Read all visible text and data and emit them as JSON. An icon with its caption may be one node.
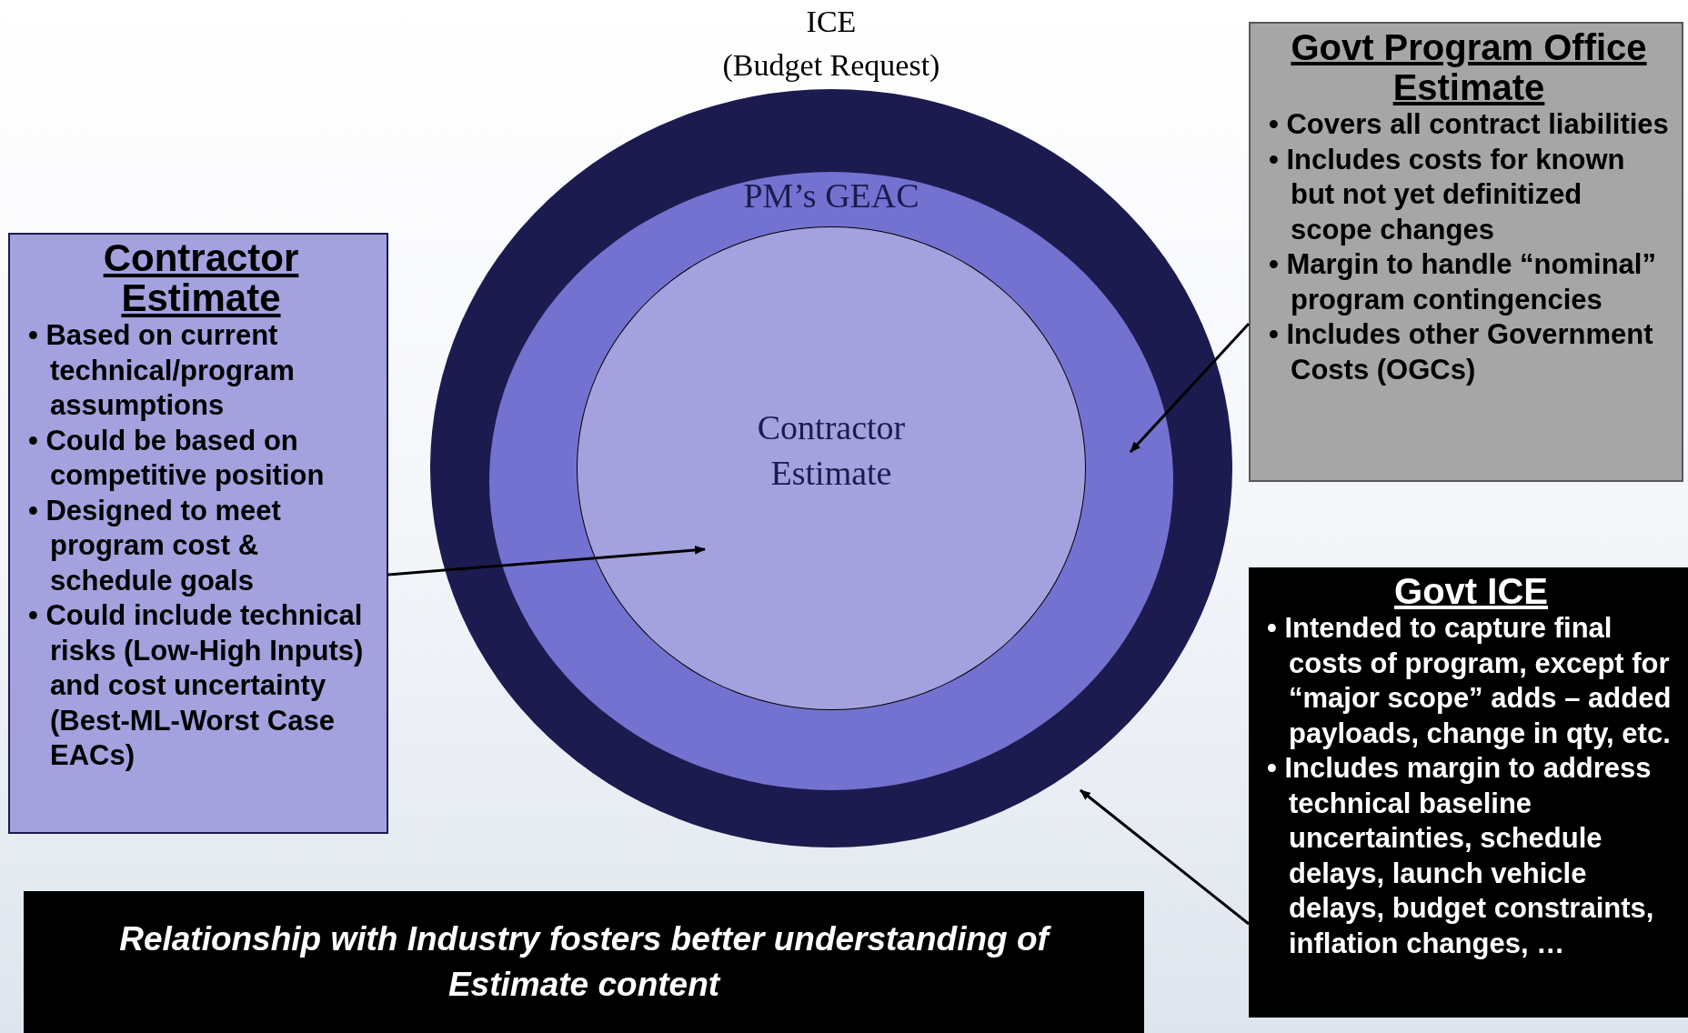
{
  "diagram": {
    "nodes": [
      {
        "text": [
          "ICE",
          "(Budget Request)"
        ]
      },
      {
        "text": [
          "PM’s GEAC"
        ],
        "in": 0
      },
      {
        "text": [
          "Contractor Estimate"
        ],
        "in": 1
      },
      {
        "text": [
          "Contractor Estimate",
          "• Based on current technical/program assumptions",
          "• Could be based on competitive position",
          "• Designed to meet program cost & schedule goals",
          "• Could include technical risks (Low-High Inputs) and cost uncertainty (Best-ML-Worst Case EACs)"
        ]
      },
      {
        "text": [
          "Govt Program Office Estimate",
          "• Covers all contract liabilities",
          "• Includes costs for known but not yet definitized scope changes",
          "• Margin to handle “nominal” program contingencies",
          "• Includes other Government Costs (OGCs)"
        ]
      },
      {
        "text": [
          "Govt ICE",
          "• Intended to capture final costs of program, except for “major scope” adds – added payloads, change in qty, etc.",
          "• Includes margin to address technical baseline uncertainties, schedule delays, launch vehicle delays, budget constraints, inflation changes, …"
        ]
      },
      {
        "text": [
          "Relationship with Industry fosters better understanding of Estimate content"
        ]
      }
    ],
    "edges": [
      {
        "from": 3,
        "to": 2,
        "arrow": "to"
      },
      {
        "from": 4,
        "to": 1,
        "arrow": "to"
      },
      {
        "from": 5,
        "to": 0,
        "arrow": "to"
      }
    ]
  }
}
